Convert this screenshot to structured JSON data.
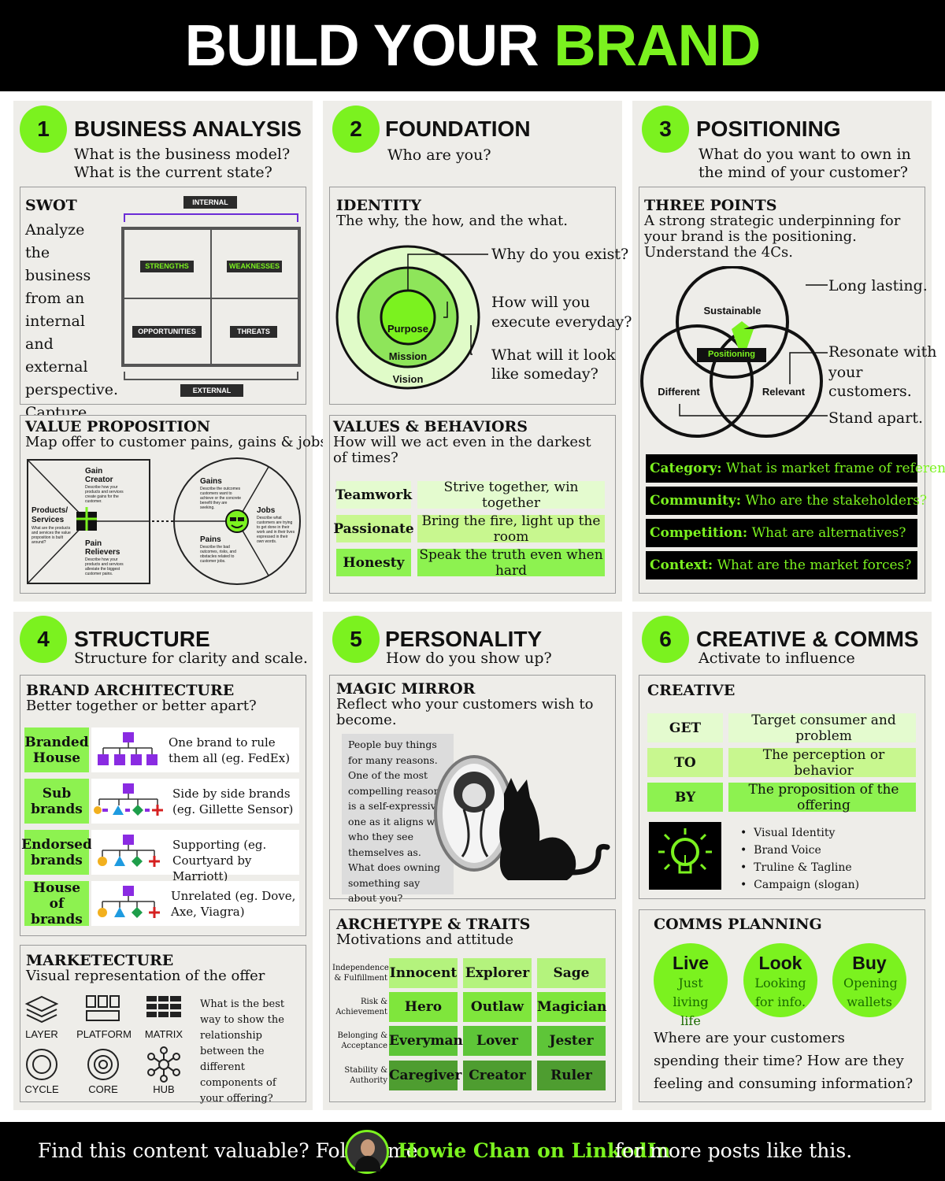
{
  "header": {
    "title_a": "BUILD YOUR",
    "title_b": "BRAND"
  },
  "footer": {
    "text_a": "Find this content valuable? Follow me",
    "name": "Howie Chan on LinkedIn",
    "text_b": "for more posts like this."
  },
  "s1": {
    "num": "1",
    "title": "BUSINESS ANALYSIS",
    "sub1": "What is the business model?",
    "sub2": "What is the current state?",
    "swot": {
      "title": "SWOT",
      "text": "Analyze the business from an internal and external perspective. Capture key points only.",
      "internal": "INTERNAL",
      "external": "EXTERNAL",
      "strengths": "STRENGTHS",
      "weaknesses": "WEAKNESSES",
      "opportunities": "OPPORTUNITIES",
      "threats": "THREATS"
    },
    "vp": {
      "title": "VALUE PROPOSITION",
      "sub": "Map offer to customer pains, gains & jobs.",
      "gain_creator": "Gain Creator",
      "gain_creator_d": "Describe how your products and services create gains for the customer.",
      "products": "Products/ Services",
      "products_d": "What are the products and services the value proposition is built around?",
      "pain_relievers": "Pain Relievers",
      "pain_relievers_d": "Describe how your products and services alleviate the biggest customer pains.",
      "gains": "Gains",
      "gains_d": "Describe the outcomes customers want to achieve or the concrete benefit they are seeking.",
      "jobs": "Jobs",
      "jobs_d": "Describe what customers are trying to get done in their work and in their lives expressed in their own words.",
      "pains": "Pains",
      "pains_d": "Describe the bad outcomes, risks, and obstacles related to customer jobs."
    }
  },
  "s2": {
    "num": "2",
    "title": "FOUNDATION",
    "sub": "Who are you?",
    "identity": {
      "title": "IDENTITY",
      "sub": "The why, the how, and the what.",
      "purpose": "Purpose",
      "mission": "Mission",
      "vision": "Vision",
      "q1": "Why do you exist?",
      "q2a": "How will you",
      "q2b": "execute everyday?",
      "q3a": "What will it look",
      "q3b": "like someday?"
    },
    "values": {
      "title": "VALUES & BEHAVIORS",
      "sub": "How will we act even in the darkest of times?",
      "rows": [
        {
          "k": "Teamwork",
          "v": "Strive together, win together"
        },
        {
          "k": "Passionate",
          "v": "Bring the fire, light up the room"
        },
        {
          "k": "Honesty",
          "v": "Speak the truth even when hard"
        }
      ]
    }
  },
  "s3": {
    "num": "3",
    "title": "POSITIONING",
    "sub": "What do you want to own in the mind of your customer?",
    "tp": {
      "title": "THREE POINTS",
      "sub": "A strong strategic underpinning for your brand is the positioning. Understand the 4Cs.",
      "sustainable": "Sustainable",
      "different": "Different",
      "relevant": "Relevant",
      "positioning": "Positioning",
      "l1": "Long lasting.",
      "l2a": "Resonate with",
      "l2b": "your",
      "l2c": "customers.",
      "l3": "Stand apart."
    },
    "cs": [
      {
        "k": "Category:",
        "v": "What is market frame of reference?"
      },
      {
        "k": "Community:",
        "v": "Who are the stakeholders?"
      },
      {
        "k": "Competition:",
        "v": "What are alternatives?"
      },
      {
        "k": "Context:",
        "v": "What are the market forces?"
      }
    ]
  },
  "s4": {
    "num": "4",
    "title": "STRUCTURE",
    "sub": "Structure for clarity and scale.",
    "ba": {
      "title": "BRAND ARCHITECTURE",
      "sub": "Better together or better apart?",
      "rows": [
        {
          "k": "Branded House",
          "v": "One brand to rule them all (eg. FedEx)"
        },
        {
          "k": "Sub brands",
          "v": "Side by side brands (eg. Gillette Sensor)"
        },
        {
          "k": "Endorsed brands",
          "v": "Supporting (eg. Courtyard by Marriott)"
        },
        {
          "k": "House of brands",
          "v": "Unrelated (eg. Dove, Axe, Viagra)"
        }
      ]
    },
    "mk": {
      "title": "MARKETECTURE",
      "sub": "Visual representation of the offer",
      "icons": [
        "LAYER",
        "PLATFORM",
        "MATRIX",
        "CYCLE",
        "CORE",
        "HUB"
      ],
      "text": "What is the best way to show the relationship between the different components of your offering?"
    }
  },
  "s5": {
    "num": "5",
    "title": "PERSONALITY",
    "sub": "How do you show up?",
    "mm": {
      "title": "MAGIC MIRROR",
      "sub": "Reflect who your customers wish to become.",
      "text": "People buy things for many reasons. One of the most compelling reasons is a self-expressive one as it aligns with who they see themselves as. What does owning something say about you?"
    },
    "at": {
      "title": "ARCHETYPE & TRAITS",
      "sub": "Motivations and attitude",
      "rows": [
        {
          "label": "Independence & Fulfillment",
          "items": [
            "Innocent",
            "Explorer",
            "Sage"
          ]
        },
        {
          "label": "Risk & Achievement",
          "items": [
            "Hero",
            "Outlaw",
            "Magician"
          ]
        },
        {
          "label": "Belonging & Acceptance",
          "items": [
            "Everyman",
            "Lover",
            "Jester"
          ]
        },
        {
          "label": "Stability & Authority",
          "items": [
            "Caregiver",
            "Creator",
            "Ruler"
          ]
        }
      ]
    }
  },
  "s6": {
    "num": "6",
    "title": "CREATIVE & COMMS",
    "sub": "Activate to influence",
    "cr": {
      "title": "CREATIVE",
      "rows": [
        {
          "k": "GET",
          "v": "Target consumer and problem"
        },
        {
          "k": "TO",
          "v": "The perception or behavior"
        },
        {
          "k": "BY",
          "v": "The proposition of the offering"
        }
      ],
      "bullets": [
        "Visual Identity",
        "Brand Voice",
        "Truline & Tagline",
        "Campaign (slogan)"
      ]
    },
    "cp": {
      "title": "COMMS PLANNING",
      "circles": [
        {
          "a": "Live",
          "b": "Just living life"
        },
        {
          "a": "Look",
          "b": "Looking for info."
        },
        {
          "a": "Buy",
          "b": "Opening wallets"
        }
      ],
      "text": "Where are your customers spending their time? How are they feeling and consuming information?"
    }
  }
}
